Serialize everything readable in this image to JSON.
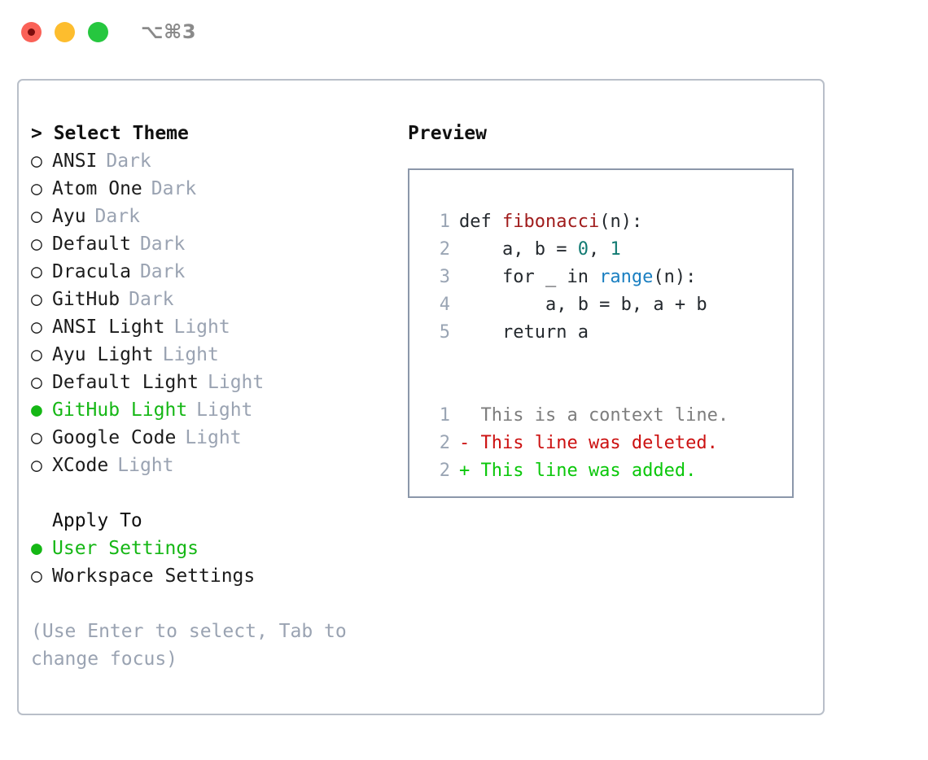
{
  "titlebar": {
    "shortcut": "⌥⌘3",
    "dots": [
      {
        "name": "close-dot",
        "color": "#fa6157"
      },
      {
        "name": "minimize-dot",
        "color": "#fdbd2e"
      },
      {
        "name": "maximize-dot",
        "color": "#26c73f"
      }
    ]
  },
  "theme_panel": {
    "heading": "> Select Theme",
    "options": [
      {
        "marker": "○",
        "name": "ANSI",
        "variant": "Dark",
        "selected": false
      },
      {
        "marker": "○",
        "name": "Atom One",
        "variant": "Dark",
        "selected": false
      },
      {
        "marker": "○",
        "name": "Ayu",
        "variant": "Dark",
        "selected": false
      },
      {
        "marker": "○",
        "name": "Default",
        "variant": "Dark",
        "selected": false
      },
      {
        "marker": "○",
        "name": "Dracula",
        "variant": "Dark",
        "selected": false
      },
      {
        "marker": "○",
        "name": "GitHub",
        "variant": "Dark",
        "selected": false
      },
      {
        "marker": "○",
        "name": "ANSI Light",
        "variant": "Light",
        "selected": false
      },
      {
        "marker": "○",
        "name": "Ayu Light",
        "variant": "Light",
        "selected": false
      },
      {
        "marker": "○",
        "name": "Default Light",
        "variant": "Light",
        "selected": false
      },
      {
        "marker": "●",
        "name": "GitHub Light",
        "variant": "Light",
        "selected": true
      },
      {
        "marker": "○",
        "name": "Google Code",
        "variant": "Light",
        "selected": false
      },
      {
        "marker": "○",
        "name": "XCode",
        "variant": "Light",
        "selected": false
      }
    ]
  },
  "apply_to": {
    "heading": "Apply To",
    "options": [
      {
        "marker": "●",
        "name": "User Settings",
        "selected": true
      },
      {
        "marker": "○",
        "name": "Workspace Settings",
        "selected": false
      }
    ]
  },
  "hint": "(Use Enter to select, Tab to change focus)",
  "preview": {
    "heading": "Preview",
    "code_lines": [
      {
        "lineno": "1",
        "tokens": [
          {
            "t": "def ",
            "c": "plain"
          },
          {
            "t": "fibonacci",
            "c": "fn"
          },
          {
            "t": "(n):",
            "c": "plain"
          }
        ]
      },
      {
        "lineno": "2",
        "tokens": [
          {
            "t": "    a, b = ",
            "c": "plain"
          },
          {
            "t": "0",
            "c": "num"
          },
          {
            "t": ", ",
            "c": "plain"
          },
          {
            "t": "1",
            "c": "num"
          }
        ]
      },
      {
        "lineno": "3",
        "tokens": [
          {
            "t": "    for _ in ",
            "c": "plain"
          },
          {
            "t": "range",
            "c": "call"
          },
          {
            "t": "(n):",
            "c": "plain"
          }
        ]
      },
      {
        "lineno": "4",
        "tokens": [
          {
            "t": "        a, b = b, a + b",
            "c": "plain"
          }
        ]
      },
      {
        "lineno": "5",
        "tokens": [
          {
            "t": "    return a",
            "c": "plain"
          }
        ]
      }
    ],
    "diff_lines": [
      {
        "lineno": "1",
        "text": "  This is a context line.",
        "kind": "ctx"
      },
      {
        "lineno": "2",
        "text": "- This line was deleted.",
        "kind": "del"
      },
      {
        "lineno": "2",
        "text": "+ This line was added.",
        "kind": "add"
      }
    ]
  },
  "colors": {
    "selected_green": "#15b715",
    "variant_gray": "#9aa3b2",
    "lineno_gray": "#9aa5b4",
    "function_red": "#a01c1c",
    "number_teal": "#117a72",
    "builtin_blue": "#1a7fc1",
    "diff_deleted": "#cc1111",
    "diff_added": "#0ac70a",
    "diff_context": "#7d7d7d",
    "panel_border": "#b9bfc9",
    "preview_border": "#8b97aa"
  }
}
